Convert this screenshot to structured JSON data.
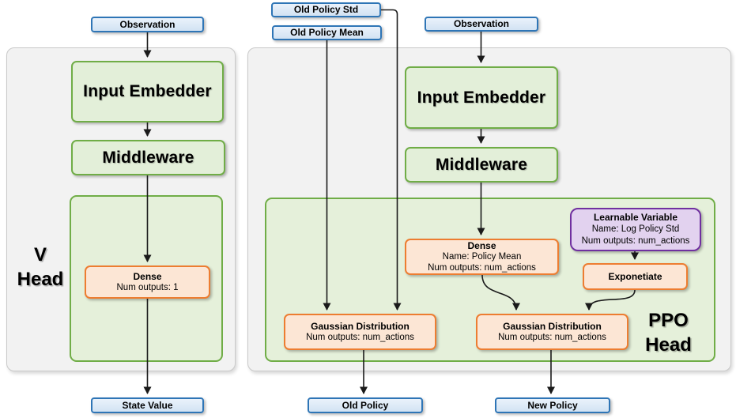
{
  "colors": {
    "blue_border": "#2E75B6",
    "blue_fill": "#DEEBF7",
    "green_border": "#70AD47",
    "green_fill": "#E3EFD9",
    "orange_border": "#ED7D31",
    "orange_fill": "#FCE6D5",
    "purple_border": "#7030A0",
    "purple_fill": "#E2D2EF",
    "panel_fill": "#F2F2F2",
    "arrow": "#1A1A1A"
  },
  "v_group": {
    "observation": "Observation",
    "input_embedder": "Input Embedder",
    "middleware": "Middleware",
    "dense": {
      "title": "Dense",
      "line1": "Num outputs: 1"
    },
    "head_label_line1": "V",
    "head_label_line2": "Head",
    "state_value": "State Value"
  },
  "ppo_group": {
    "old_policy_std": "Old Policy Std",
    "old_policy_mean": "Old Policy Mean",
    "observation": "Observation",
    "input_embedder": "Input Embedder",
    "middleware": "Middleware",
    "dense": {
      "title": "Dense",
      "line1": "Name: Policy Mean",
      "line2": "Num outputs: num_actions"
    },
    "learnable_variable": {
      "title": "Learnable Variable",
      "line1": "Name: Log Policy Std",
      "line2": "Num outputs: num_actions"
    },
    "exponetiate": "Exponetiate",
    "gaussian_old": {
      "title": "Gaussian Distribution",
      "line1": "Num outputs: num_actions"
    },
    "gaussian_new": {
      "title": "Gaussian Distribution",
      "line1": "Num outputs: num_actions"
    },
    "head_label_line1": "PPO",
    "head_label_line2": "Head",
    "old_policy": "Old Policy",
    "new_policy": "New Policy"
  }
}
